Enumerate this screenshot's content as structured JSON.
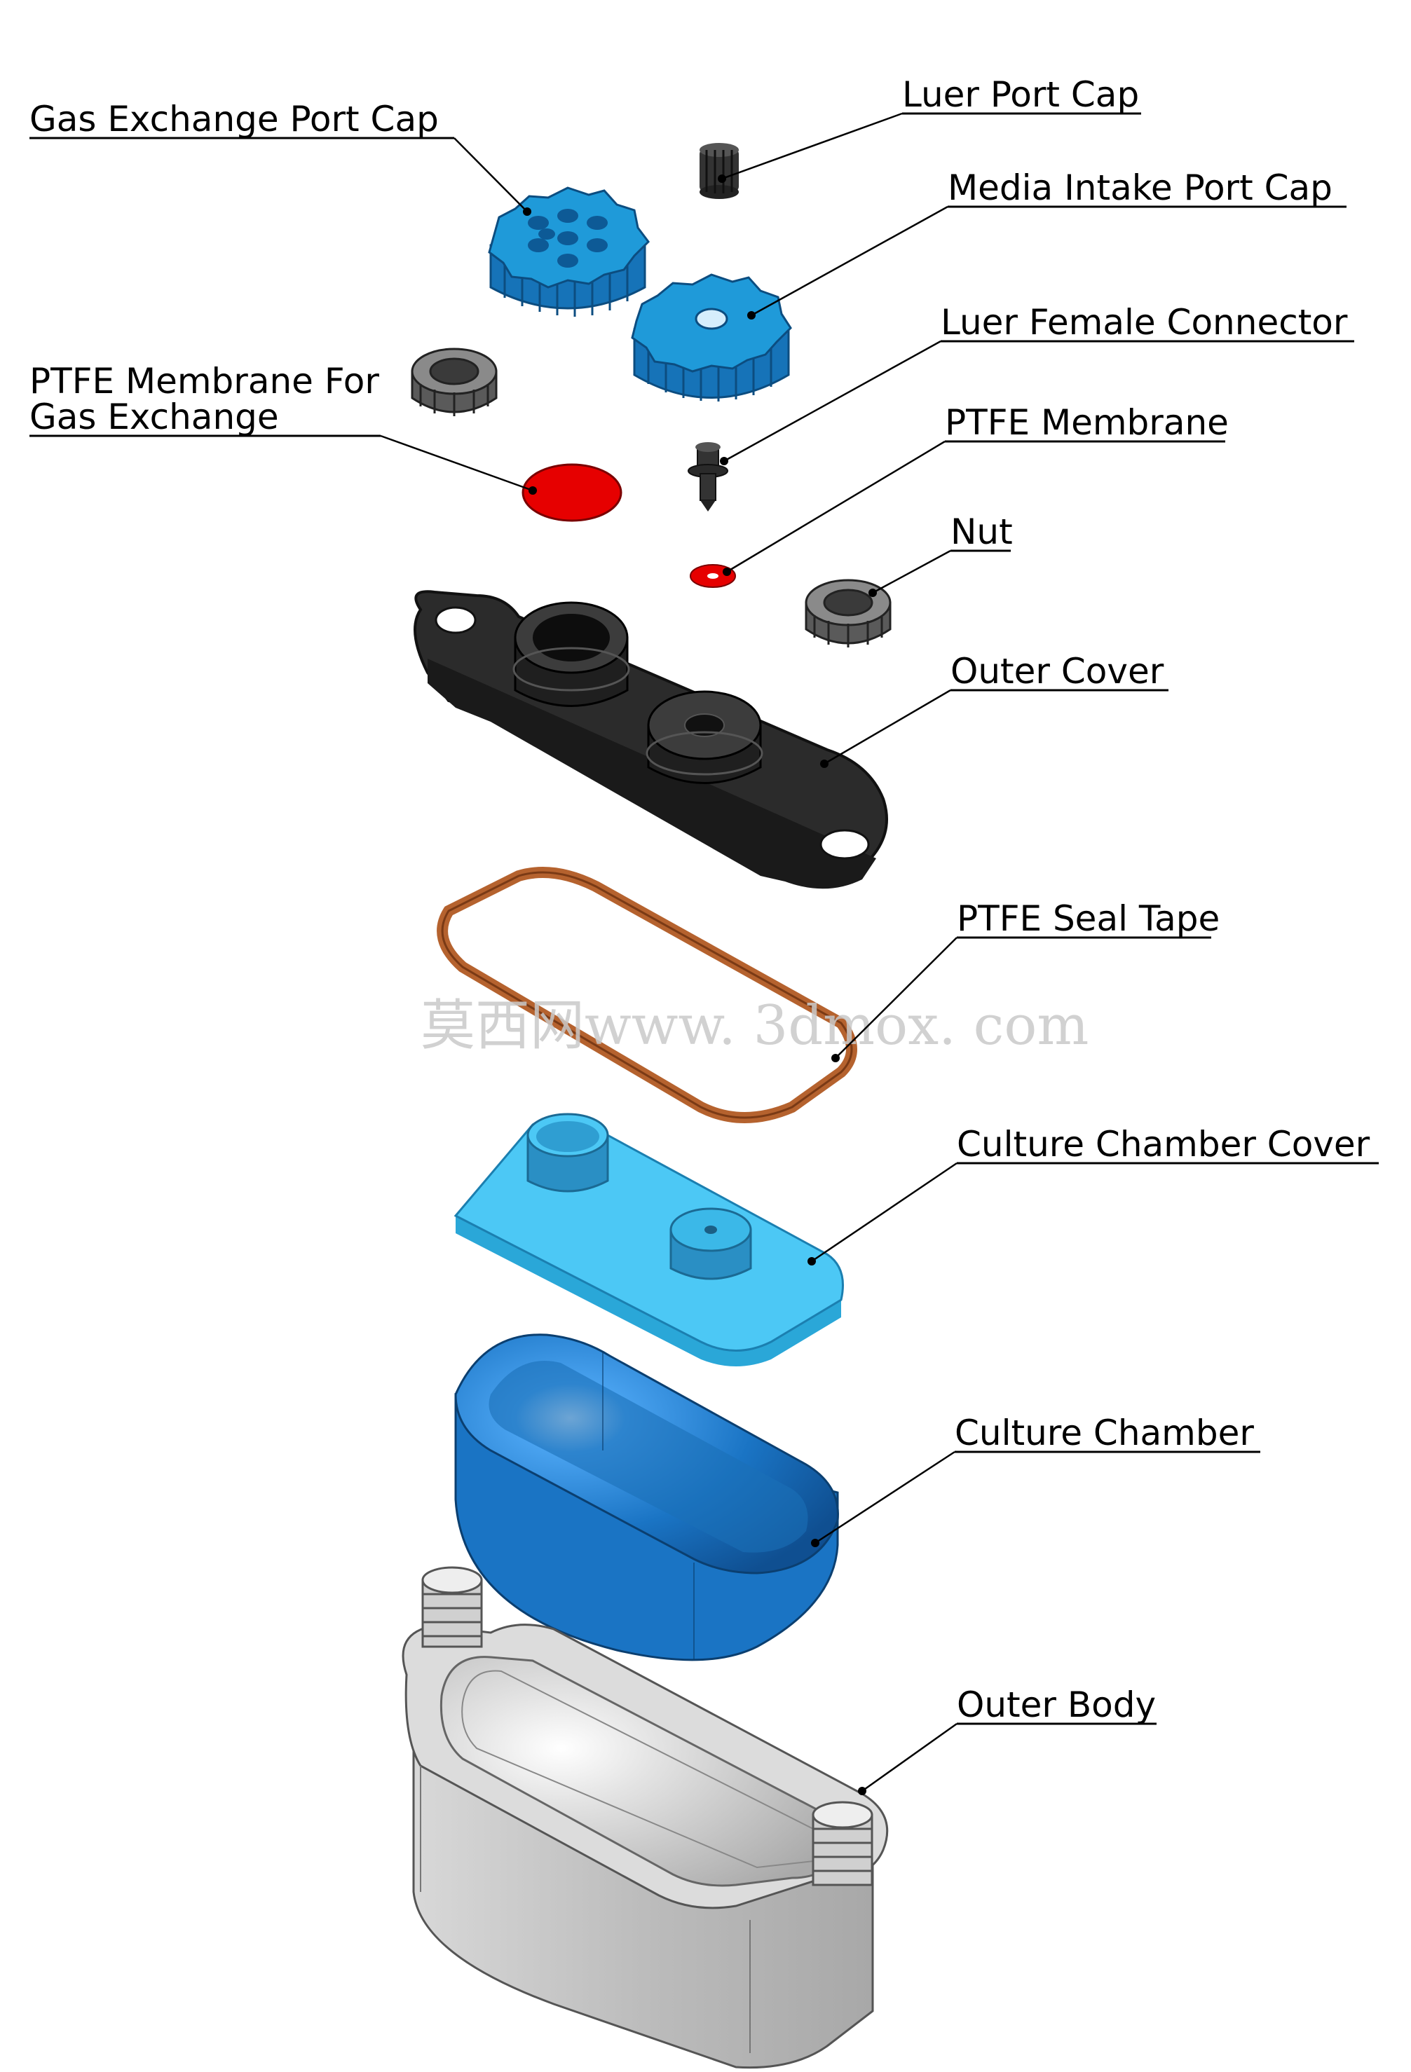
{
  "labels": {
    "luer_port_cap": "Luer Port Cap",
    "gas_exchange_port_cap": "Gas Exchange Port Cap",
    "media_intake_port_cap": "Media Intake Port Cap",
    "luer_female_connector": "Luer Female Connector",
    "ptfe_membrane_gas_line1": "PTFE Membrane For",
    "ptfe_membrane_gas_line2": "Gas Exchange",
    "ptfe_membrane": "PTFE Membrane",
    "nut": "Nut",
    "outer_cover": "Outer Cover",
    "ptfe_seal_tape": "PTFE Seal Tape",
    "culture_chamber_cover": "Culture Chamber Cover",
    "culture_chamber": "Culture Chamber",
    "outer_body": "Outer Body"
  },
  "watermark": "莫西网www. 3dmox. com",
  "colors": {
    "blue_cap": "#1f9ad9",
    "red_membrane": "#e60000",
    "dark_part": "#2b2b2b",
    "seal_tape": "#b5622e",
    "chamber_cover": "#4cc8f5",
    "chamber": "#1a74c4",
    "outer_body": "#c4c4c4"
  }
}
